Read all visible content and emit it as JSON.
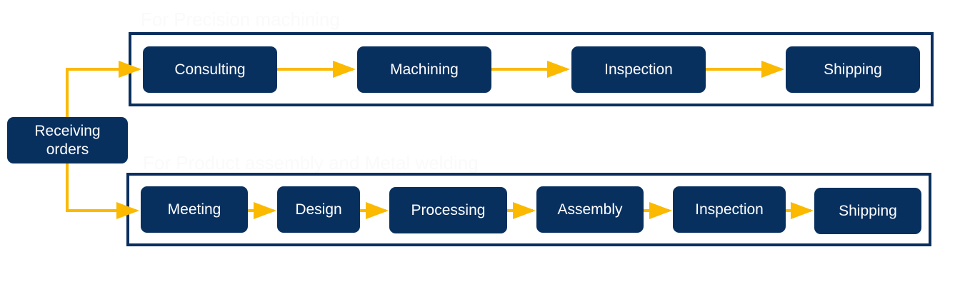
{
  "diagram": {
    "colors": {
      "node": "#08305f",
      "frame": "#0a2f5f",
      "arrow": "#fbb900",
      "label": "#fafafa",
      "node_text": "#ffffff"
    },
    "start": {
      "label_line1": "Receiving",
      "label_line2": "orders"
    },
    "groups": [
      {
        "label": "For Precision machining",
        "steps": [
          "Consulting",
          "Machining",
          "Inspection",
          "Shipping"
        ]
      },
      {
        "label": "For Product assembly and Metal welding",
        "steps": [
          "Meeting",
          "Design",
          "Processing",
          "Assembly",
          "Inspection",
          "Shipping"
        ]
      }
    ]
  }
}
